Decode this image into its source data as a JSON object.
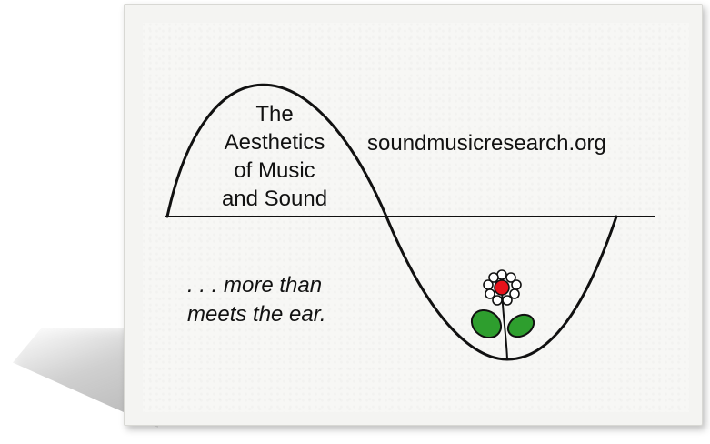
{
  "title_lines": [
    "The",
    "Aesthetics",
    "of Music",
    "and Sound"
  ],
  "website": "soundmusicresearch.org",
  "tagline_lines": [
    ". . . more than",
    "meets the ear."
  ],
  "colors": {
    "card": "#f4f4f2",
    "line": "#111111",
    "petal": "#ffffff",
    "flower_center": "#e8121b",
    "leaf": "#2e9e2e"
  },
  "icons": [
    "sine-wave-icon",
    "flower-icon"
  ]
}
